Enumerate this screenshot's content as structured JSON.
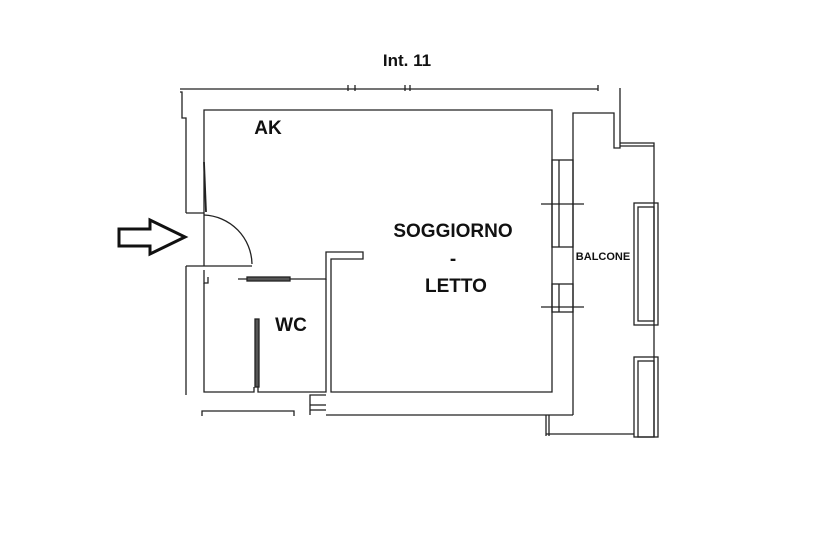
{
  "title": "Int. 11",
  "rooms": {
    "ak": "AK",
    "living_line1": "SOGGIORNO",
    "living_sep": "-",
    "living_line2": "LETTO",
    "wc": "WC",
    "balcony": "BALCONE"
  },
  "entrance_arrow": "arrow-right-icon"
}
